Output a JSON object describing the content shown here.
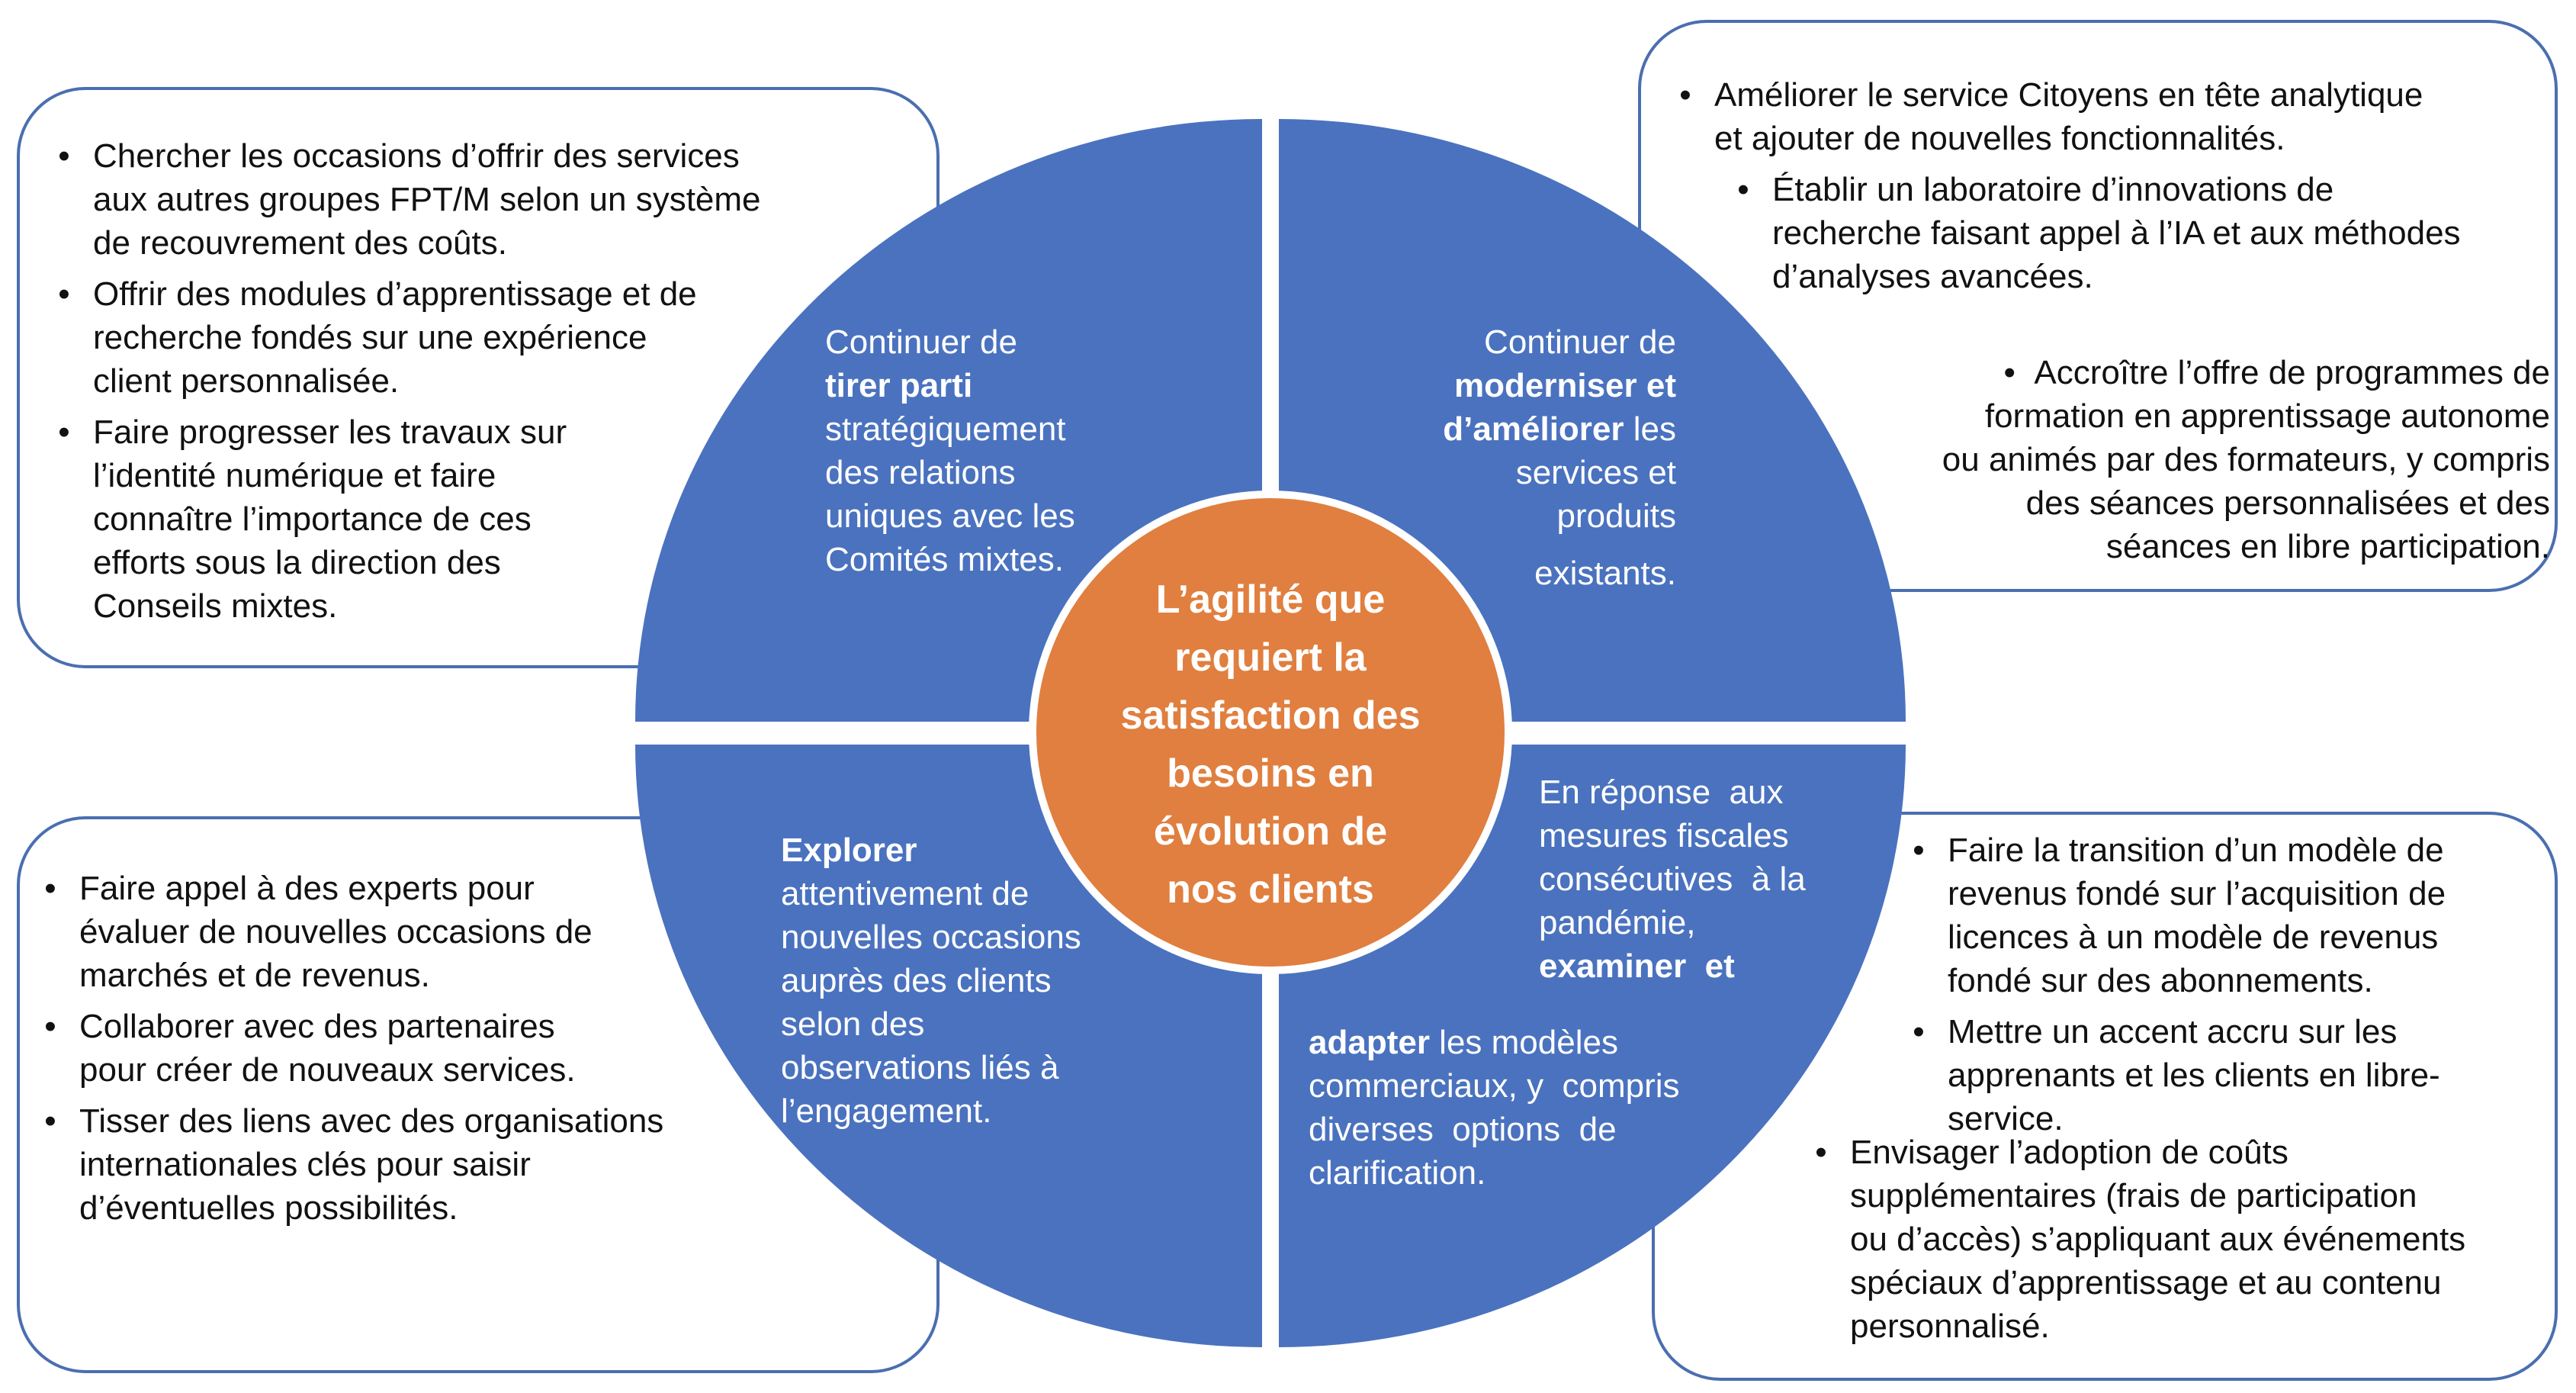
{
  "colors": {
    "quadrant_fill": "#4a72bf",
    "center_fill": "#e07f3f",
    "box_border": "#4a6fb0",
    "text_light": "#ffffff",
    "text_dark": "#111111"
  },
  "center": {
    "lines": [
      "L’agilité que",
      "requiert la",
      "satisfaction des",
      "besoins en",
      "évolution de",
      "nos clients"
    ]
  },
  "quadrants": {
    "top_left": {
      "line1": "Continuer de",
      "bold": "tirer parti",
      "rest": [
        "stratégiquement",
        "des relations",
        "uniques avec les",
        "Comités mixtes."
      ]
    },
    "top_right": {
      "line1": "Continuer de",
      "bold1": "moderniser et",
      "bold2": "d’améliorer",
      "bold2_suffix": " les",
      "rest": [
        "services et",
        "produits"
      ],
      "last": "existants."
    },
    "bottom_left": {
      "bold": "Explorer",
      "rest": [
        "attentivement de",
        "nouvelles occasions",
        "auprès des clients",
        "selon des",
        "observations liés à",
        "l’engagement."
      ]
    },
    "bottom_right": {
      "lines": [
        "En réponse  aux",
        "mesures fiscales",
        "consécutives  à la",
        "pandémie,"
      ],
      "bold_line": "examiner  et",
      "bold_adapter": "adapter",
      "adapter_suffix": " les modèles",
      "rest": [
        "commerciaux, y  compris",
        "diverses  options  de",
        "clarification."
      ]
    }
  },
  "boxes": {
    "top_left": {
      "bullet": "•",
      "items": [
        [
          "Chercher les occasions d’offrir des services",
          "aux autres groupes FPT/M selon un système",
          "de recouvrement des coûts."
        ],
        [
          "Offrir des modules d’apprentissage et de",
          "recherche fondés sur une expérience",
          "client personnalisée."
        ],
        [
          "Faire progresser les travaux sur",
          "l’identité numérique et faire",
          "connaître l’importance de ces",
          "efforts sous la direction des",
          "Conseils mixtes."
        ]
      ]
    },
    "top_right": {
      "bullet": "•",
      "items": [
        [
          "Améliorer le service Citoyens en tête analytique",
          "et ajouter de nouvelles fonctionnalités."
        ],
        [
          "Établir un laboratoire d’innovations de",
          "recherche faisant appel à l’IA et aux méthodes",
          "d’analyses avancées."
        ],
        [
          "Accroître l’offre de programmes de",
          "formation en apprentissage autonome",
          "ou animés par des formateurs, y compris",
          "des séances personnalisées et des",
          "séances en libre participation."
        ]
      ]
    },
    "bottom_left": {
      "bullet": "•",
      "items": [
        [
          "Faire appel à des experts pour",
          "évaluer de nouvelles occasions de",
          "marchés et de revenus."
        ],
        [
          "Collaborer avec des partenaires",
          "pour créer de nouveaux services."
        ],
        [
          "Tisser des liens avec des organisations",
          "internationales clés pour saisir",
          "d’éventuelles possibilités."
        ]
      ]
    },
    "bottom_right": {
      "bullet": "•",
      "items": [
        [
          "Faire la transition d’un modèle de",
          "revenus fondé sur l’acquisition de",
          "licences à un modèle de revenus",
          "fondé sur des abonnements."
        ],
        [
          "Mettre un accent accru sur les",
          "apprenants et les clients en libre-",
          "service."
        ],
        [
          "Envisager l’adoption de coûts",
          "supplémentaires (frais de participation",
          "ou d’accès) s’appliquant aux événements",
          "spéciaux d’apprentissage et au contenu",
          "personnalisé."
        ]
      ]
    }
  }
}
